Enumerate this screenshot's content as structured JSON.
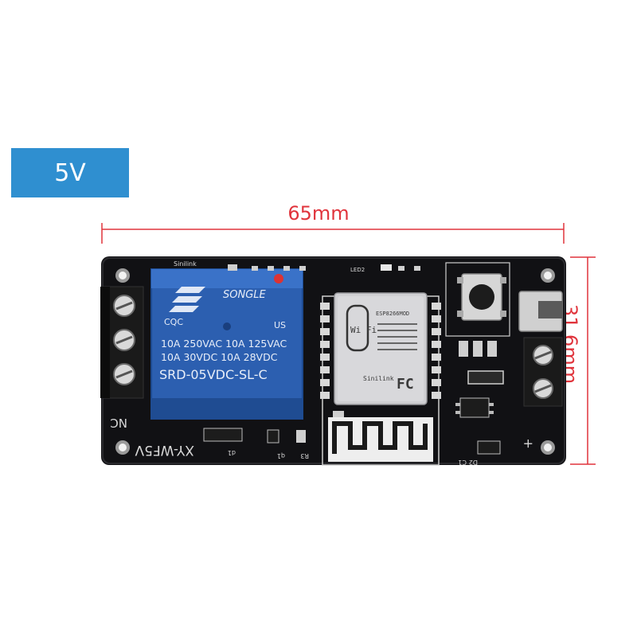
{
  "badge": {
    "voltage": "5V"
  },
  "dimensions": {
    "width": "65mm",
    "height": "31.6mm"
  },
  "relay": {
    "brand": "SONGLE",
    "rating_line1": "10A 250VAC  10A 125VAC",
    "rating_line2": "10A  30VDC  10A  28VDC",
    "model": "SRD-05VDC-SL-C",
    "cert_left": "CQC",
    "cert_right": "US"
  },
  "wifi_module": {
    "wifi_label": "Wi Fi",
    "model": "ESP8266MOD",
    "maker": "Sinilink",
    "fc_mark": "FC"
  },
  "board": {
    "model_label": "XY-WF5V",
    "nc_label": "NC",
    "brand_label": "Sinilink",
    "led_label": "LED2",
    "d1_label": "d1",
    "q1_label": "q1",
    "r3_label": "R3",
    "d2_label": "D2",
    "c1_label": "C1",
    "plus_label": "+"
  },
  "colors": {
    "badge": "#2f8fd0",
    "dimension": "#e0343c",
    "pcb": "#111114",
    "relay": "#2c5fb0"
  }
}
